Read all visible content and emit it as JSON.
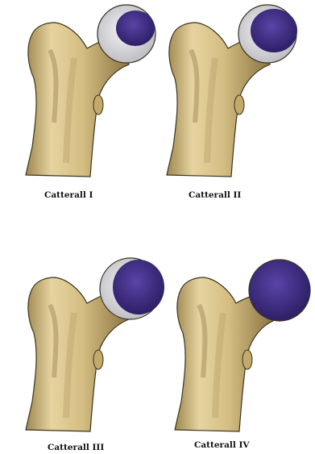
{
  "panels": [
    {
      "caption": "Catterall I"
    },
    {
      "caption": "Catterall II"
    },
    {
      "caption": "Catterall III"
    },
    {
      "caption": "Catterall IV"
    }
  ],
  "colors": {
    "bone_light": "#e2cf99",
    "bone_mid": "#c7ad6b",
    "bone_dark": "#8a7440",
    "cartilage": "#d9d9dc",
    "necrosis": "#3a2a7a",
    "outline": "#3b3320"
  }
}
